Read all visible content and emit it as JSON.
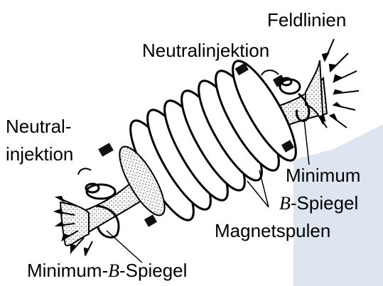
{
  "background_color": "#dde5f0",
  "labels": {
    "feldlinien": "Feldlinien",
    "neutralinjektion_top": "Neutralinjektion",
    "neutral_left_line1": "Neutral-",
    "neutral_left_line2": "injektion",
    "minimum_right": "Minimum",
    "b_symbol": "B",
    "spiegel_suffix": "-Spiegel",
    "magnetspulen": "Magnetspulen",
    "minimum_bottom_prefix": "Minimum-"
  },
  "figure": {
    "coil_count": 7,
    "icons": [
      "coil-icon",
      "plasma-icon",
      "field-line-arrow-icon",
      "mirror-coil-icon",
      "neutral-injector-icon"
    ]
  }
}
